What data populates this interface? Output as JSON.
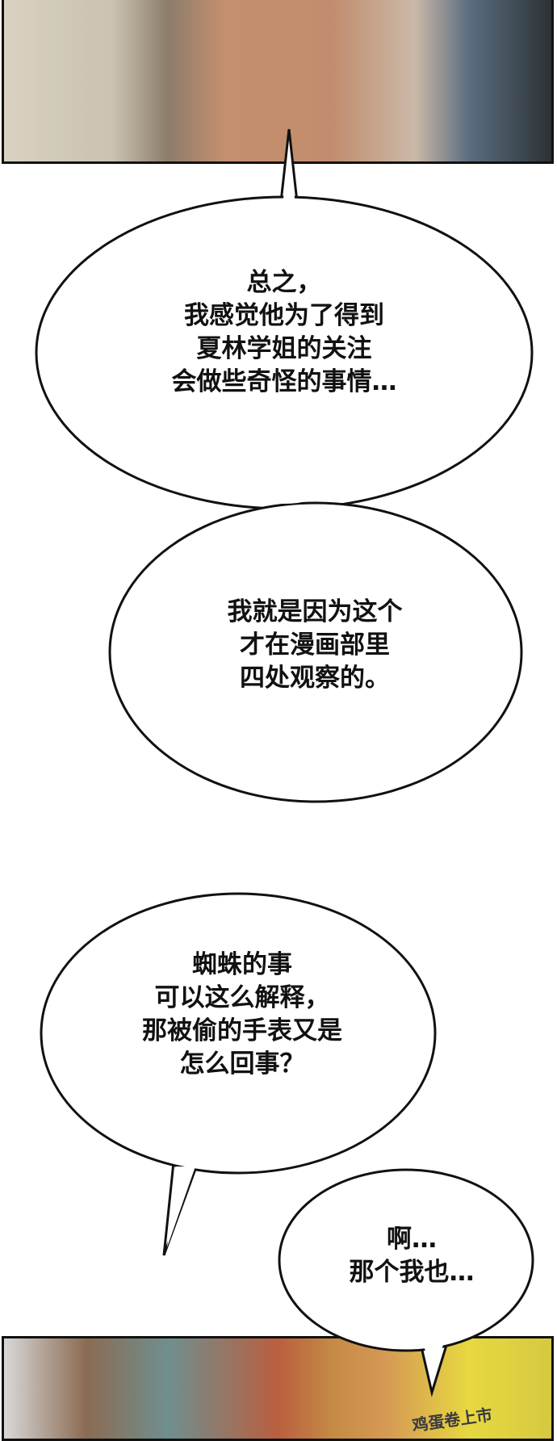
{
  "bubbles": [
    {
      "lines": [
        "总之，",
        "我感觉他为了得到",
        "夏林学姐的关注",
        "会做些奇怪的事情…"
      ]
    },
    {
      "lines": [
        "我就是因为这个",
        "才在漫画部里",
        "四处观察的。"
      ]
    },
    {
      "lines": [
        "蜘蛛的事",
        "可以这么解释，",
        "那被偷的手表又是",
        "怎么回事？"
      ]
    },
    {
      "lines": [
        "啊…",
        "那个我也…"
      ]
    }
  ],
  "sign_text": "鸡蛋卷上市"
}
